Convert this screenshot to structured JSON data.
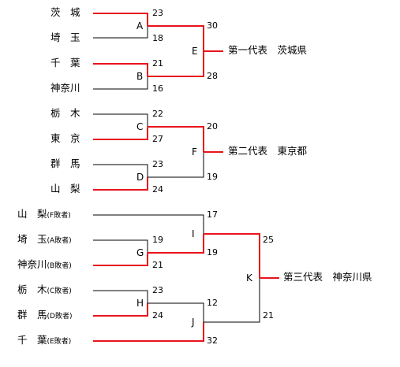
{
  "bracket1": {
    "teams": [
      {
        "name": "茨　城"
      },
      {
        "name": "埼　玉"
      },
      {
        "name": "千　葉"
      },
      {
        "name": "神奈川"
      }
    ],
    "matches": {
      "A": {
        "label": "A",
        "top_score": "23",
        "bottom_score": "18"
      },
      "B": {
        "label": "B",
        "top_score": "21",
        "bottom_score": "16"
      },
      "E": {
        "label": "E",
        "top_score": "30",
        "bottom_score": "28"
      }
    },
    "result": "第一代表　茨城県"
  },
  "bracket2": {
    "teams": [
      {
        "name": "栃　木"
      },
      {
        "name": "東　京"
      },
      {
        "name": "群　馬"
      },
      {
        "name": "山　梨"
      }
    ],
    "matches": {
      "C": {
        "label": "C",
        "top_score": "22",
        "bottom_score": "27"
      },
      "D": {
        "label": "D",
        "top_score": "23",
        "bottom_score": "24"
      },
      "F": {
        "label": "F",
        "top_score": "20",
        "bottom_score": "19"
      }
    },
    "result": "第二代表　東京都"
  },
  "bracket3": {
    "teams": [
      {
        "name": "山　梨",
        "suffix": "(F敗者)"
      },
      {
        "name": "埼　玉",
        "suffix": "(A敗者)"
      },
      {
        "name": "神奈川",
        "suffix": "(B敗者)"
      },
      {
        "name": "栃　木",
        "suffix": "(C敗者)"
      },
      {
        "name": "群　馬",
        "suffix": "(D敗者)"
      },
      {
        "name": "千　葉",
        "suffix": "(E敗者)"
      }
    ],
    "matches": {
      "G": {
        "label": "G",
        "top_score": "19",
        "bottom_score": "21"
      },
      "H": {
        "label": "H",
        "top_score": "23",
        "bottom_score": "24"
      },
      "I": {
        "label": "I",
        "top_score": "17",
        "bottom_score": "19"
      },
      "J": {
        "label": "J",
        "top_score": "12",
        "bottom_score": "32"
      },
      "K": {
        "label": "K",
        "top_score": "25",
        "bottom_score": "21"
      }
    },
    "result": "第三代表　神奈川県"
  },
  "colors": {
    "win_line": "#e8141c",
    "lose_line": "#000000"
  }
}
